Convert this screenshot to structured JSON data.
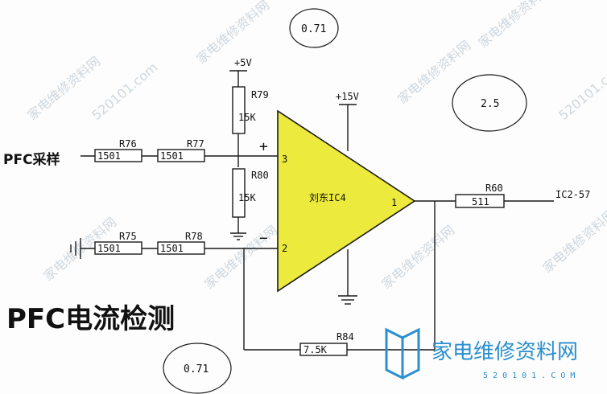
{
  "circuit": {
    "input_label": "PFC采样",
    "title": "PFC电流检测",
    "opamp_label": "刘东IC4",
    "supply_top": "+5V",
    "supply_opamp": "+15V",
    "plus_sign": "+",
    "minus_sign": "−",
    "pin3": "3",
    "pin2": "2",
    "pin1": "1",
    "output_label": "IC2-57"
  },
  "resistors": {
    "r76": {
      "ref": "R76",
      "value": "1501"
    },
    "r77": {
      "ref": "R77",
      "value": "1501"
    },
    "r75": {
      "ref": "R75",
      "value": "1501"
    },
    "r78": {
      "ref": "R78",
      "value": "1501"
    },
    "r79": {
      "ref": "R79",
      "value": "15K"
    },
    "r80": {
      "ref": "R80",
      "value": "15K"
    },
    "r60": {
      "ref": "R60",
      "value": "511"
    },
    "r84": {
      "ref": "R84",
      "value": "7.5K"
    }
  },
  "voltages": {
    "top": "0.71",
    "output": "2.5",
    "bottom": "0.71"
  },
  "watermark": {
    "brand": "家电维修资料网",
    "site": "520101.com",
    "domain": "5 2 0 1 0 1 . C O M"
  },
  "colors": {
    "opamp_fill": "#ecea3c",
    "wire": "#1a1a1a",
    "watermark": "#c9d3dc",
    "logo": "#2a8fd0"
  }
}
